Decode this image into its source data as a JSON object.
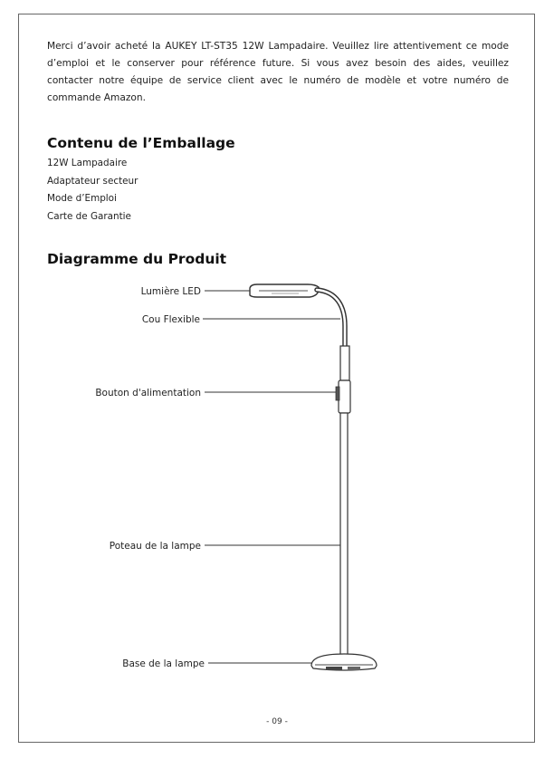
{
  "intro": "Merci d’avoir acheté la AUKEY LT-ST35 12W Lampadaire. Veuillez lire attentivement ce mode d’emploi et le conserver pour référence future. Si vous avez besoin des aides, veuillez contacter notre équipe de service client avec le numéro de modèle et votre numéro de commande Amazon.",
  "contents": {
    "heading": "Contenu de l’Emballage",
    "items": [
      "12W Lampadaire",
      "Adaptateur secteur",
      "Mode d’Emploi",
      "Carte de Garantie"
    ]
  },
  "diagram": {
    "heading": "Diagramme du Produit",
    "labels": {
      "led": "Lumière LED",
      "neck": "Cou Flexible",
      "power": "Bouton d'alimentation",
      "pole": "Poteau de la lampe",
      "base": "Base de la lampe"
    }
  },
  "page_number": "- 09 -"
}
